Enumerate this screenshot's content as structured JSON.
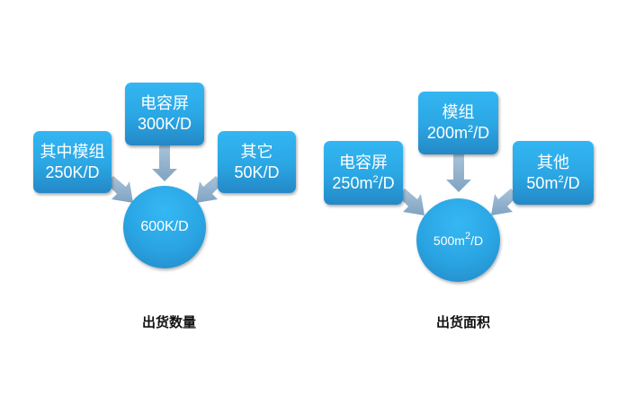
{
  "left_diagram": {
    "caption": "出货数量",
    "total": "600K/D",
    "boxes": [
      {
        "label": "其中模组",
        "value": "250K/D"
      },
      {
        "label": "电容屏",
        "value": "300K/D"
      },
      {
        "label": "其它",
        "value": "50K/D"
      }
    ]
  },
  "right_diagram": {
    "caption": "出货面积",
    "total": {
      "num": "500m",
      "sup": "2",
      "unit": "/D"
    },
    "boxes": [
      {
        "label": "电容屏",
        "num": "250m",
        "sup": "2",
        "unit": "/D"
      },
      {
        "label": "模组",
        "num": "200m",
        "sup": "2",
        "unit": "/D"
      },
      {
        "label": "其他",
        "num": "50m",
        "sup": "2",
        "unit": "/D"
      }
    ]
  },
  "colors": {
    "box": "#2aa6e3",
    "arrow": "#8fb0cc"
  }
}
